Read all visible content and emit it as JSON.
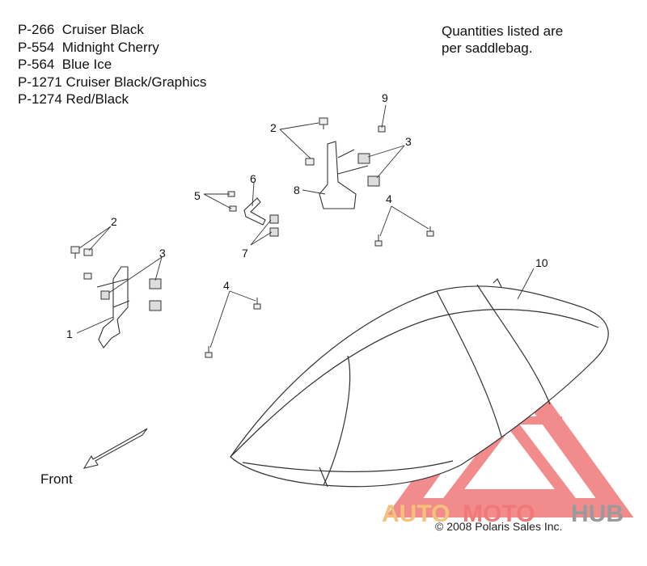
{
  "variants": [
    "P-266  Cruiser Black",
    "P-554  Midnight Cherry",
    "P-564  Blue Ice",
    "P-1271 Cruiser Black/Graphics",
    "P-1274 Red/Black"
  ],
  "note": [
    "Quantities listed are",
    "per saddlebag."
  ],
  "callouts": {
    "c1": "1",
    "c2a": "2",
    "c2b": "2",
    "c3a": "3",
    "c3b": "3",
    "c4a": "4",
    "c4b": "4",
    "c5": "5",
    "c6": "6",
    "c7": "7",
    "c8": "8",
    "c9": "9",
    "c10": "10"
  },
  "front_label": "Front",
  "copyright": "© 2008 Polaris Sales Inc.",
  "watermark": {
    "auto": "AUTO",
    "moto": "MOTO",
    "hub": "HUB"
  },
  "colors": {
    "ink": "#333333",
    "watermark_red": "#f07878",
    "watermark_orange": "#f5c07a",
    "watermark_gray": "#9a9a9a"
  }
}
